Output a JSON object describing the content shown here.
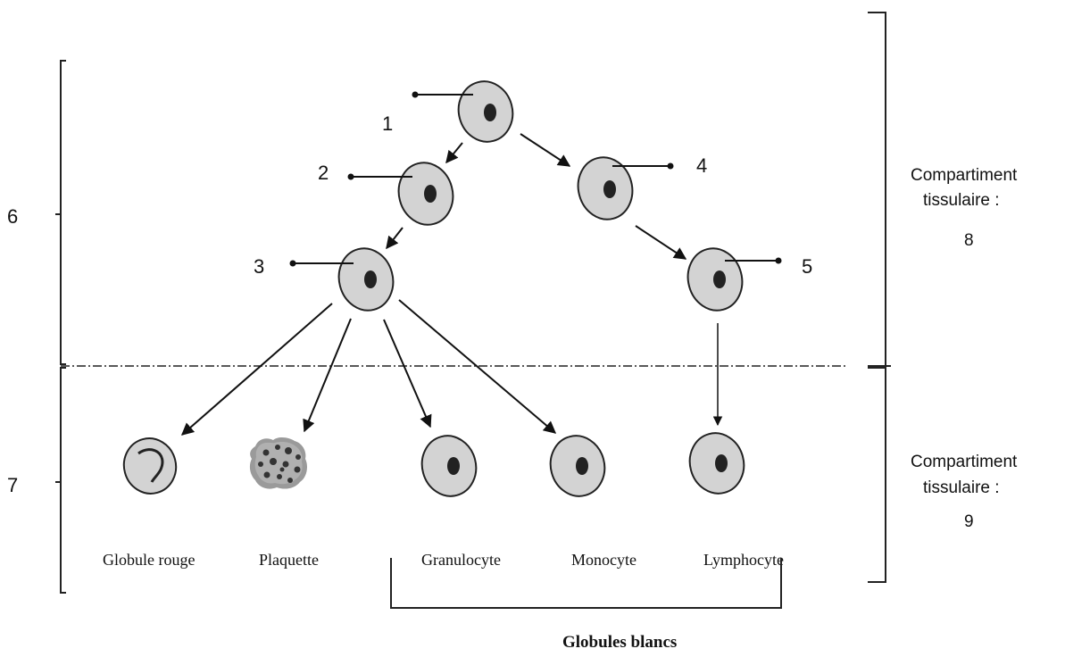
{
  "stage_labels": {
    "n1": "1",
    "n2": "2",
    "n3": "3",
    "n4": "4",
    "n5": "5",
    "n6": "6",
    "n7": "7"
  },
  "compartments": {
    "upper": {
      "line1": "Compartiment",
      "line2": "tissulaire :",
      "number": "8"
    },
    "lower": {
      "line1": "Compartiment",
      "line2": "tissulaire :",
      "number": "9"
    }
  },
  "cells": {
    "red": "Globule rouge",
    "platelet": "Plaquette",
    "granulocyte": "Granulocyte",
    "monocyte": "Monocyte",
    "lymphocyte": "Lymphocyte"
  },
  "group_label": "Globules blancs",
  "colors": {
    "cell_fill": "#d3d3d3",
    "nucleus": "#222222",
    "line": "#111111"
  }
}
